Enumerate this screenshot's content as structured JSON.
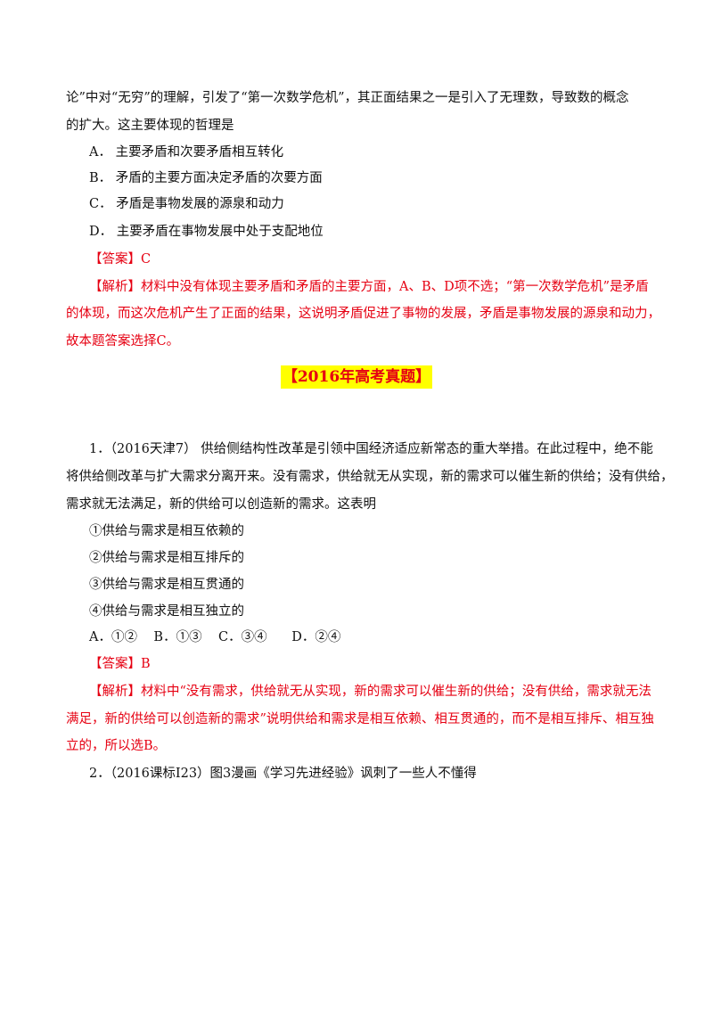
{
  "q0": {
    "line1": "论”中对“无穷”的理解，引发了“第一次数学危机”，其正面结果之一是引入了无理数，导致数的概念",
    "line2": "的扩大。这主要体现的哲理是",
    "options": [
      "A．  主要矛盾和次要矛盾相互转化",
      "B．  矛盾的主要方面决定矛盾的次要方面",
      "C．  矛盾是事物发展的源泉和动力",
      "D．  主要矛盾在事物发展中处于支配地位"
    ],
    "answer": "【答案】C",
    "analysis": [
      "【解析】材料中没有体现主要矛盾和矛盾的主要方面，A、B、D项不选；“第一次数学危机”是矛盾",
      "的体现，而这次危机产生了正面的结果，这说明矛盾促进了事物的发展，矛盾是事物发展的源泉和动力，",
      "故本题答案选择C。"
    ]
  },
  "banner": "【2016年高考真题】",
  "q1": {
    "stem": [
      "1．（2016天津7）  供给侧结构性改革是引领中国经济适应新常态的重大举措。在此过程中，绝不能",
      "将供给侧改革与扩大需求分离开来。没有需求，供给就无从实现，新的需求可以催生新的供给；没有供给，",
      "需求就无法满足，新的供给可以创造新的需求。这表明"
    ],
    "items": [
      "①供给与需求是相互依赖的",
      "②供给与需求是相互排斥的",
      "③供给与需求是相互贯通的",
      "④供给与需求是相互独立的"
    ],
    "choices": "A．①②    B．①③    C．③④      D．②④",
    "answer": "【答案】B",
    "analysis": [
      "【解析】材料中“没有需求，供给就无从实现，新的需求可以催生新的供给；没有供给，需求就无法",
      "满足，新的供给可以创造新的需求”说明供给和需求是相互依赖、相互贯通的，而不是相互排斥、相互独",
      "立的，所以选B。"
    ]
  },
  "q2": {
    "stem": "2．（2016课标Ⅰ23）图3漫画《学习先进经验》讽刺了一些人不懂得"
  }
}
